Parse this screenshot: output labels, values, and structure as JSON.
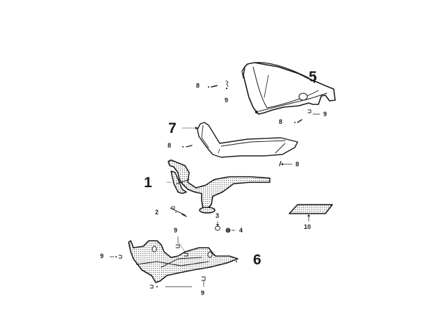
{
  "diagram": {
    "title": "",
    "type": "exploded-parts-diagram",
    "parts": [
      {
        "id": "1",
        "name": "handlebar-frame",
        "label": "1",
        "style": "large"
      },
      {
        "id": "2",
        "name": "bolt",
        "label": "2",
        "style": "small"
      },
      {
        "id": "3",
        "name": "collar",
        "label": "3",
        "style": "small"
      },
      {
        "id": "4",
        "name": "nut",
        "label": "4",
        "style": "small"
      },
      {
        "id": "5",
        "name": "front-cover",
        "label": "5",
        "style": "large"
      },
      {
        "id": "6",
        "name": "lower-cover",
        "label": "6",
        "style": "large"
      },
      {
        "id": "7",
        "name": "rear-cover",
        "label": "7",
        "style": "large"
      },
      {
        "id": "8",
        "name": "screw",
        "label": "8",
        "style": "small"
      },
      {
        "id": "9",
        "name": "clip",
        "label": "9",
        "style": "small"
      },
      {
        "id": "10",
        "name": "sticker-pad",
        "label": "10",
        "style": "small"
      }
    ],
    "callouts": {
      "c5": "5",
      "c8a": "8",
      "c9a": "9",
      "c9b": "9",
      "c8b": "8",
      "c7": "7",
      "c8c": "8",
      "c8d": "8",
      "c1": "1",
      "c2": "2",
      "c3": "3",
      "c4": "4",
      "c10": "10",
      "c9c": "9",
      "c9d": "9",
      "c6": "6",
      "c9e": "9"
    },
    "colors": {
      "line": "#1a1a1a",
      "background": "#ffffff",
      "hatch": "#8a8a8a"
    }
  }
}
